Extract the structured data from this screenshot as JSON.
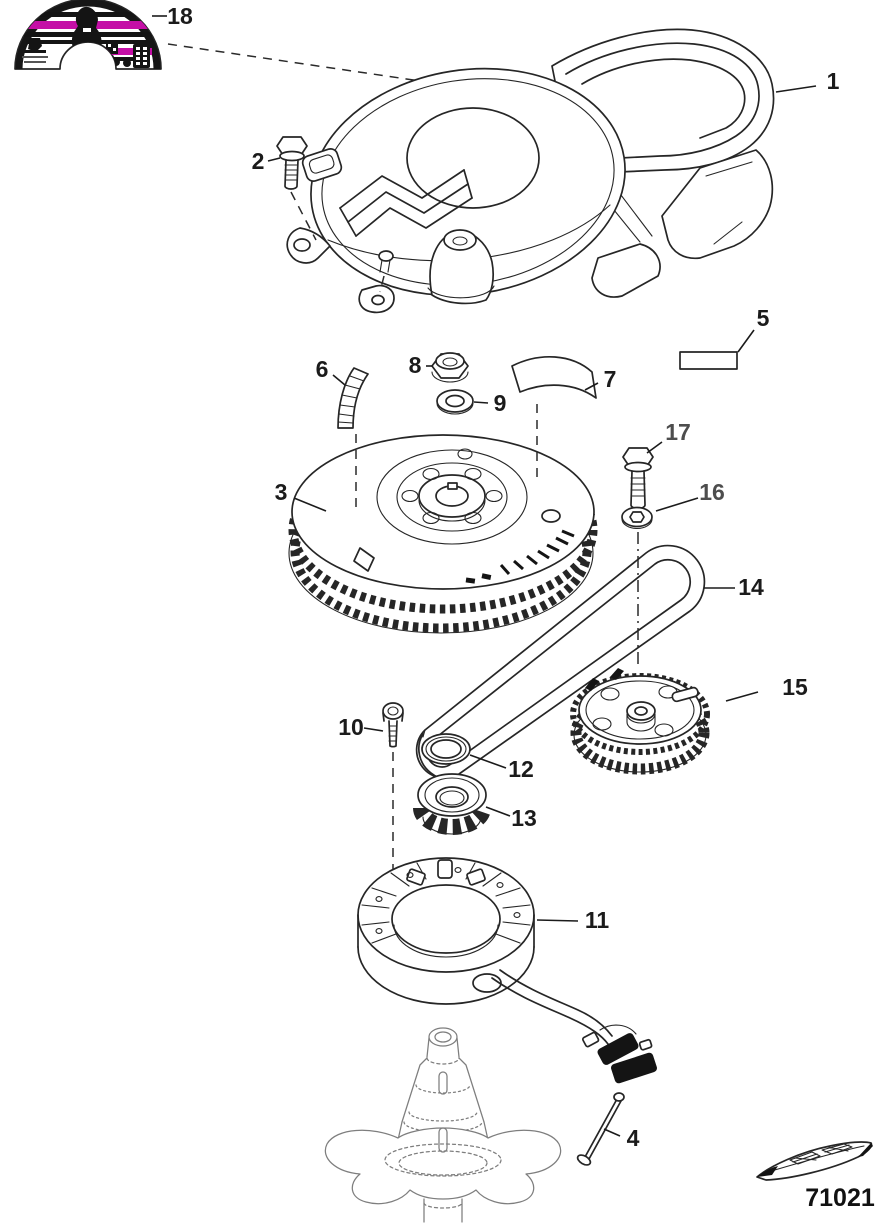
{
  "figure": {
    "drawing_number": "71021",
    "callouts": [
      "1",
      "2",
      "3",
      "4",
      "5",
      "6",
      "7",
      "8",
      "9",
      "10",
      "11",
      "12",
      "13",
      "14",
      "15",
      "16",
      "17",
      "18"
    ],
    "colors": {
      "background": "#ffffff",
      "line": "#262626",
      "label": "#1b1b1b",
      "label_muted": "#4d4d4d",
      "ghost_part": "#7e7e7e",
      "decal_magenta": "#c40fa6",
      "decal_black": "#161616"
    }
  }
}
